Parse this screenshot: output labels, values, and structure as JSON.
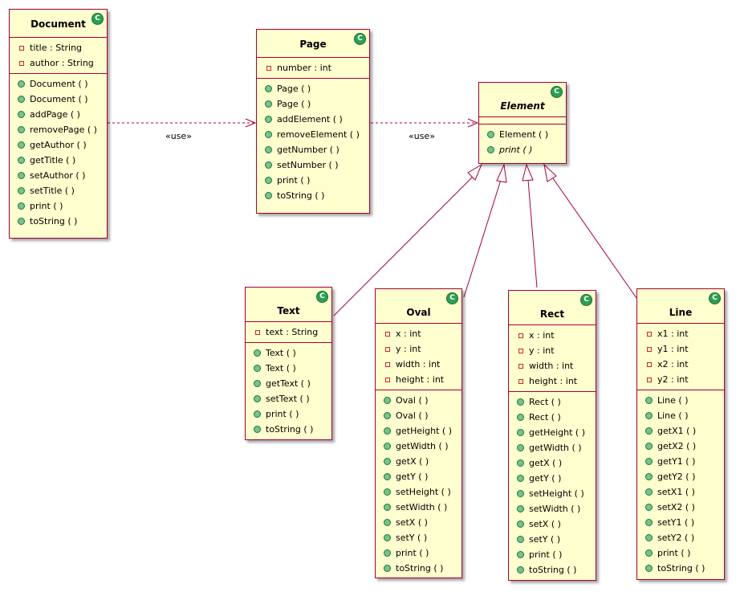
{
  "classes": {
    "document": {
      "name": "Document",
      "badge": "C",
      "fields": [
        "title : String",
        "author : String"
      ],
      "methods": [
        "Document ( )",
        "Document ( )",
        "addPage ( )",
        "removePage ( )",
        "getAuthor ( )",
        "getTitle ( )",
        "setAuthor ( )",
        "setTitle ( )",
        "print ( )",
        "toString ( )"
      ]
    },
    "page": {
      "name": "Page",
      "badge": "C",
      "fields": [
        "number : int"
      ],
      "methods": [
        "Page ( )",
        "Page ( )",
        "addElement ( )",
        "removeElement ( )",
        "getNumber ( )",
        "setNumber ( )",
        "print ( )",
        "toString ( )"
      ]
    },
    "element": {
      "name": "Element",
      "badge": "C",
      "fields": [],
      "methods": [
        "Element ( )",
        "print ( )"
      ]
    },
    "text": {
      "name": "Text",
      "badge": "C",
      "fields": [
        "text : String"
      ],
      "methods": [
        "Text ( )",
        "Text ( )",
        "getText ( )",
        "setText ( )",
        "print ( )",
        "toString ( )"
      ]
    },
    "oval": {
      "name": "Oval",
      "badge": "C",
      "fields": [
        "x : int",
        "y : int",
        "width : int",
        "height : int"
      ],
      "methods": [
        "Oval ( )",
        "Oval ( )",
        "getHeight ( )",
        "getWidth ( )",
        "getX ( )",
        "getY ( )",
        "setHeight ( )",
        "setWidth ( )",
        "setX ( )",
        "setY ( )",
        "print ( )",
        "toString ( )"
      ]
    },
    "rect": {
      "name": "Rect",
      "badge": "C",
      "fields": [
        "x : int",
        "y : int",
        "width : int",
        "height : int"
      ],
      "methods": [
        "Rect ( )",
        "Rect ( )",
        "getHeight ( )",
        "getWidth ( )",
        "getX ( )",
        "getY ( )",
        "setHeight ( )",
        "setWidth ( )",
        "setX ( )",
        "setY ( )",
        "print ( )",
        "toString ( )"
      ]
    },
    "line": {
      "name": "Line",
      "badge": "C",
      "fields": [
        "x1 : int",
        "y1 : int",
        "x2 : int",
        "y2 : int"
      ],
      "methods": [
        "Line ( )",
        "Line ( )",
        "getX1 ( )",
        "getX2 ( )",
        "getY1 ( )",
        "getY2 ( )",
        "setX1 ( )",
        "setX2 ( )",
        "setY1 ( )",
        "setY2 ( )",
        "print ( )",
        "toString ( )"
      ]
    }
  },
  "relations": {
    "document_page_label": "«use»",
    "page_element_label": "«use»"
  },
  "colors": {
    "class_fill": "#fefece",
    "class_border": "#a80036",
    "badge": "#2d9f52",
    "public_marker": "#84be84",
    "private_marker": "#c82930"
  }
}
